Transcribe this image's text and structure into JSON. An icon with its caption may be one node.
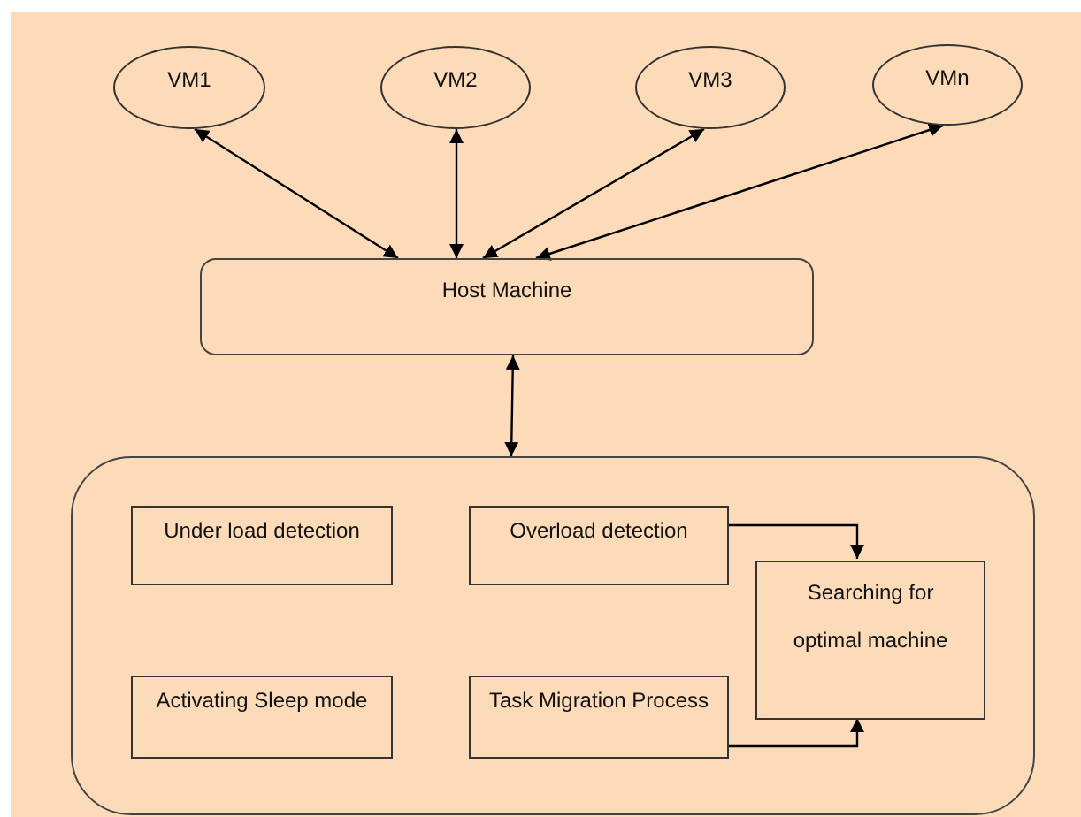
{
  "diagram": {
    "nodes": [
      {
        "text": [
          "VM1"
        ]
      },
      {
        "text": [
          "VM2"
        ]
      },
      {
        "text": [
          "VM3"
        ]
      },
      {
        "text": [
          "VMn"
        ]
      },
      {
        "text": [
          "Host Machine"
        ]
      },
      {
        "text": [],
        "shape": "box"
      },
      {
        "text": [
          "Under load detection"
        ],
        "in": 5
      },
      {
        "text": [
          "Overload detection"
        ],
        "in": 5
      },
      {
        "text": [
          "Searching for optimal machine"
        ],
        "in": 5
      },
      {
        "text": [
          "Activating Sleep mode"
        ],
        "in": 5
      },
      {
        "text": [
          "Task Migration Process"
        ],
        "in": 5
      }
    ],
    "edges": [
      {
        "from": 0,
        "to": 4,
        "arrow": "both"
      },
      {
        "from": 1,
        "to": 4,
        "arrow": "both"
      },
      {
        "from": 2,
        "to": 4,
        "arrow": "both"
      },
      {
        "from": 3,
        "to": 4,
        "arrow": "both"
      },
      {
        "from": 4,
        "to": 5,
        "arrow": "both"
      },
      {
        "from": 7,
        "to": 8,
        "arrow": "to"
      },
      {
        "from": 10,
        "to": 8,
        "arrow": "to"
      }
    ]
  }
}
